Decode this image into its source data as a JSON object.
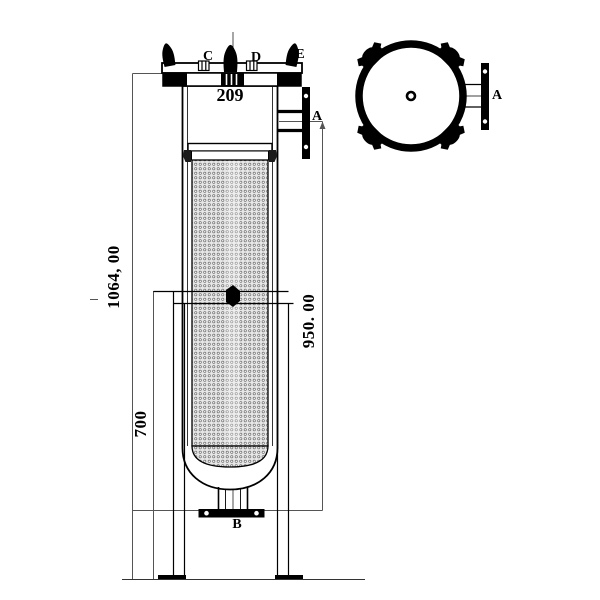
{
  "drawing": {
    "front_view": {
      "dims": {
        "width_label": "209",
        "total_height_label": "1064, 00",
        "right_height_label": "950. 00",
        "leg_height_label": "700"
      },
      "ports": {
        "port_c": "C",
        "port_d": "D",
        "port_e": "E",
        "side_nozzle_a": "A",
        "bottom_outlet_b": "B"
      }
    },
    "top_view": {
      "side_nozzle_a": "A"
    },
    "colors": {
      "line": "#000000",
      "dim_line": "#555555",
      "mesh_bg": "#e6e6e6",
      "mesh_dot": "#6f6f6f",
      "fill_black": "#000000",
      "background": "#ffffff"
    }
  }
}
